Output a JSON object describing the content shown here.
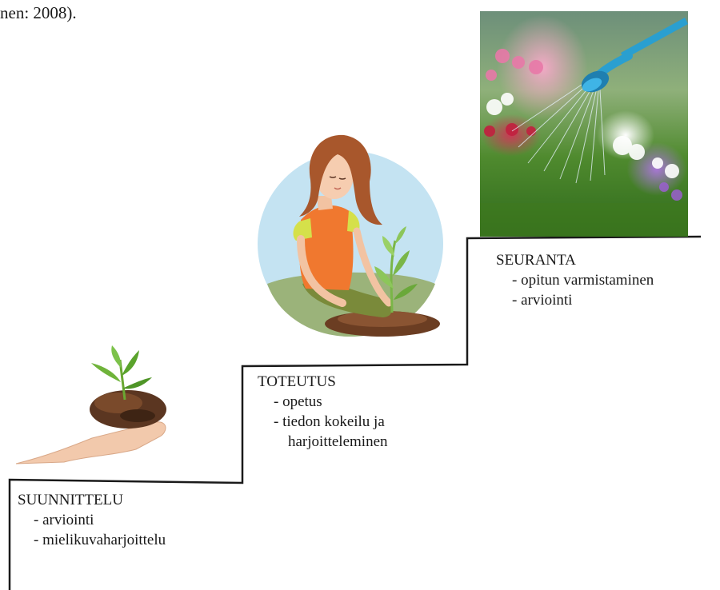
{
  "caption": "nen: 2008).",
  "stages": {
    "suunnittelu": {
      "title": "SUUNNITTELU",
      "items": [
        "- arviointi",
        "- mielikuvaharjoittelu"
      ]
    },
    "toteutus": {
      "title": "TOTEUTUS",
      "items": [
        "- opetus",
        "- tiedon kokeilu ja",
        "harjoitteleminen"
      ]
    },
    "seuranta": {
      "title": "SEURANTA",
      "items": [
        "- opitun varmistaminen",
        "- arviointi"
      ]
    }
  },
  "images": {
    "suunnittelu": "hand-holding-seedling-picture",
    "toteutus": "woman-planting-seedling-illustration",
    "seuranta": "watering-can-flowers-photo"
  },
  "colors": {
    "line": "#1a1a1a",
    "circle": "#c4e3f2",
    "shirt": "#f0782f",
    "sleeve": "#d5e04a",
    "hair": "#a8572c",
    "can": "#2a9fd0"
  }
}
